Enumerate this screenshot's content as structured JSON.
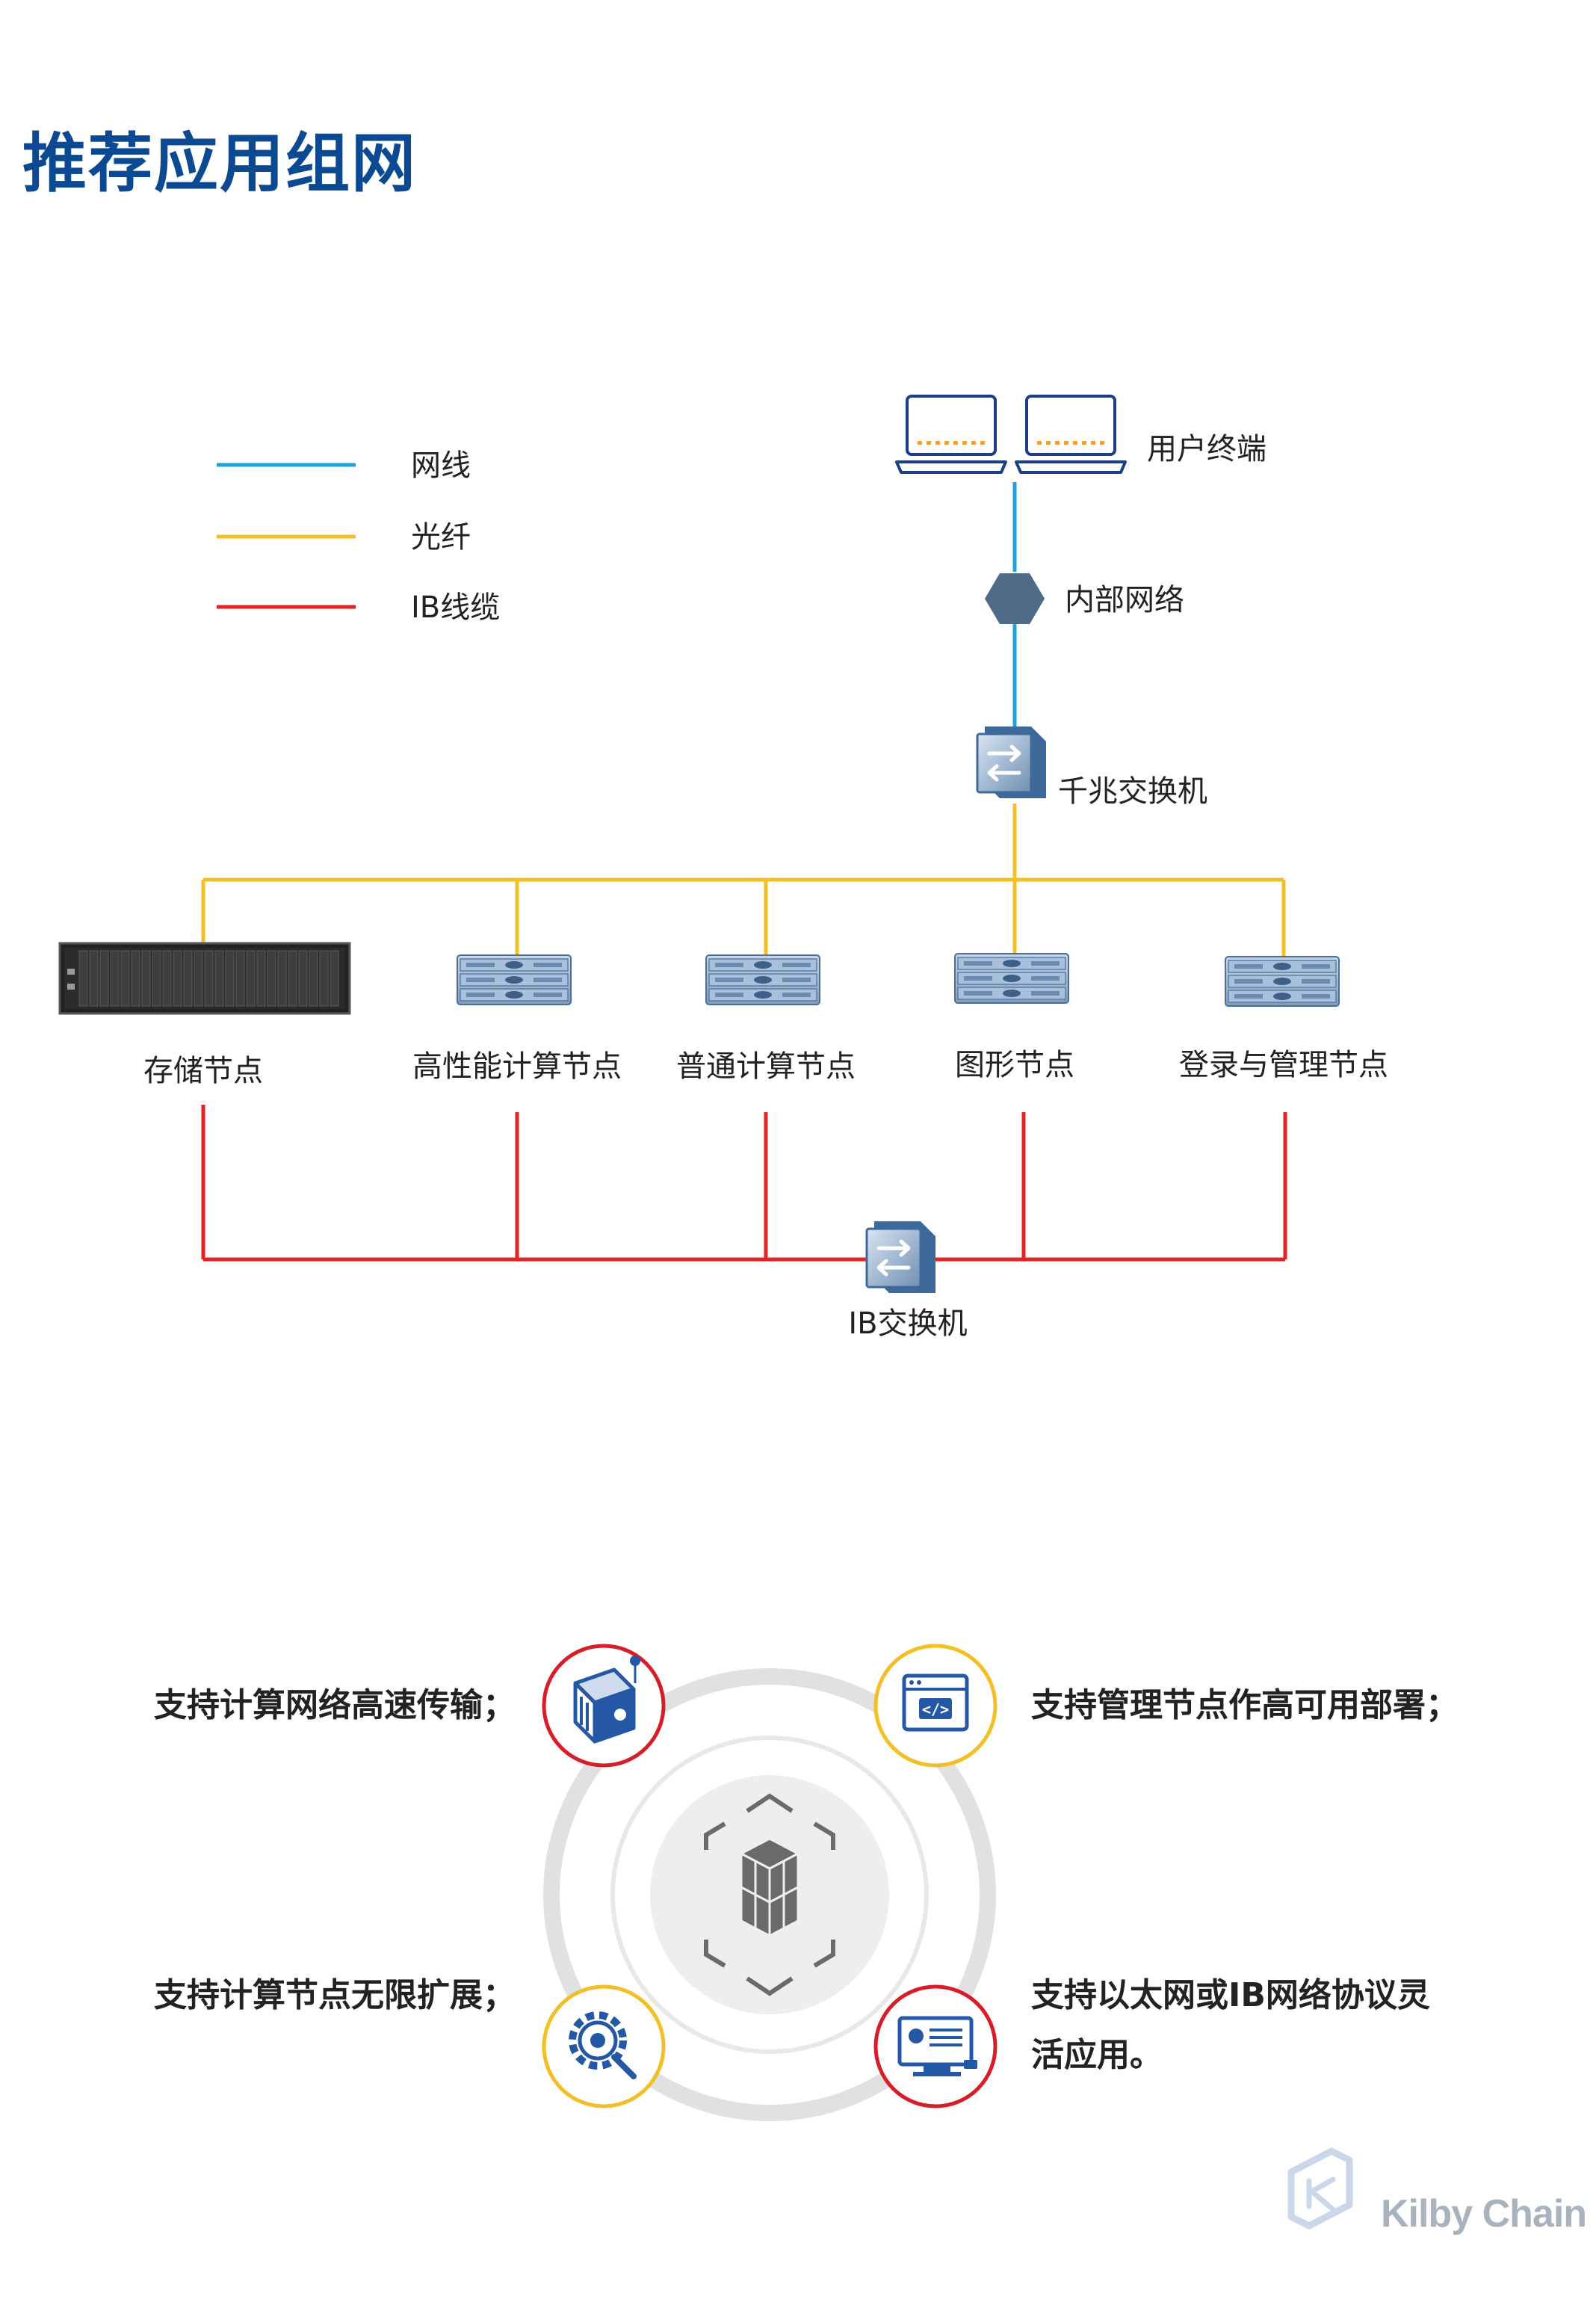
{
  "page": {
    "title": "推荐应用组网"
  },
  "legend": [
    {
      "label": "网线",
      "color": "#1ba3dc"
    },
    {
      "label": "光纤",
      "color": "#f2c026"
    },
    {
      "label": "IB线缆",
      "color": "#e42424"
    }
  ],
  "nodes": {
    "user_terminal": "用户终端",
    "internal_network": "内部网络",
    "gigabit_switch": "千兆交换机",
    "storage": "存储节点",
    "hpc": "高性能计算节点",
    "general_compute": "普通计算节点",
    "graphics": "图形节点",
    "login_mgmt": "登录与管理节点",
    "ib_switch": "IB交换机"
  },
  "features": {
    "top_left": "支持计算网络高速传输；",
    "top_right": "支持管理节点作高可用部署；",
    "bottom_left": "支持计算节点无限扩展；",
    "bottom_right_line1": "支持以太网或IB网络协议灵",
    "bottom_right_line2": "活应用。"
  },
  "icons": {
    "top_left": "network-box-icon",
    "top_right": "code-window-icon",
    "bottom_left": "gear-tool-icon",
    "bottom_right": "monitor-chart-icon",
    "center": "cube-stack-icon"
  },
  "brand": {
    "name": "Kilby Chain"
  }
}
